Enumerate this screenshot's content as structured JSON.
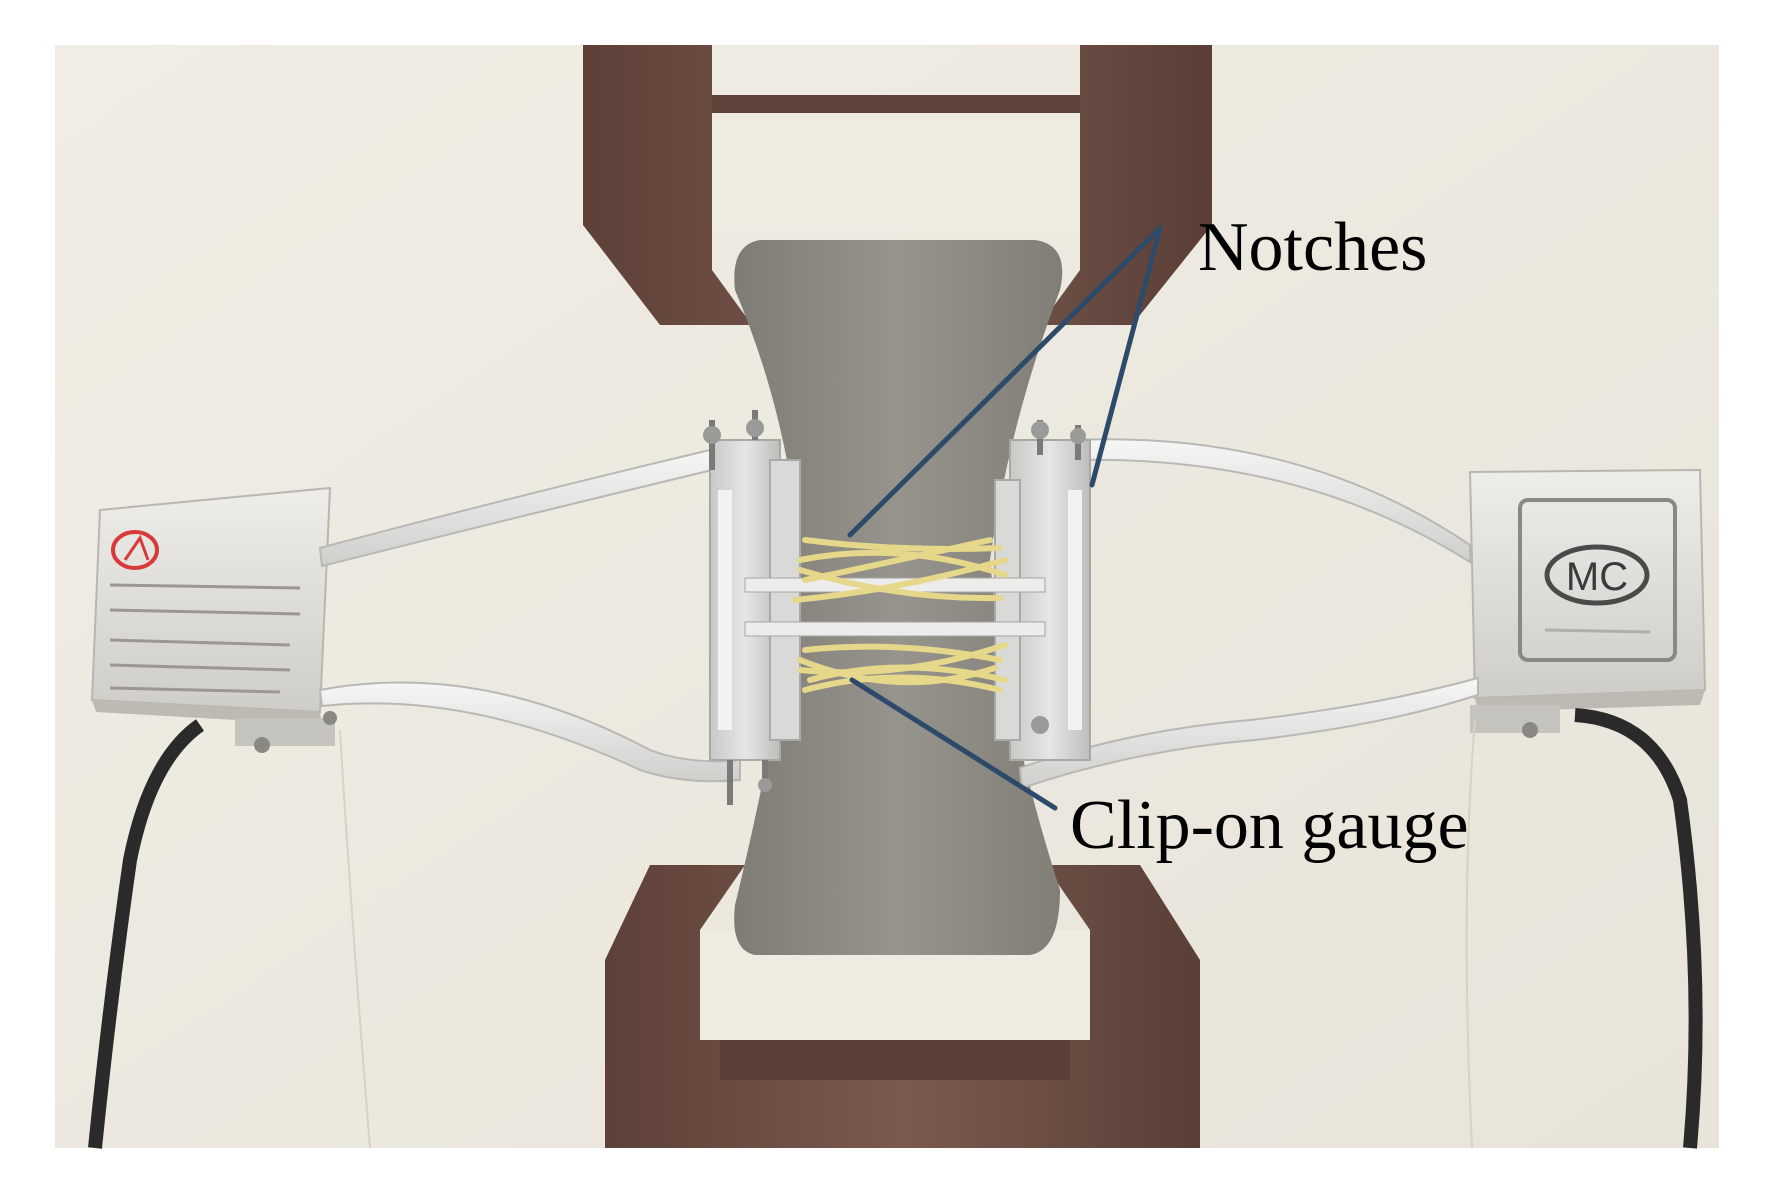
{
  "annotations": {
    "notches_label": "Notches",
    "clip_gauge_label": "Clip-on gauge"
  },
  "gauge_markings": {
    "right_box_logo": "MC"
  },
  "colors": {
    "background_wall": "#eeebe1",
    "steel_frame": "#6e5147",
    "specimen": "#8c8a82",
    "leader_line": "#2d4a6b",
    "rubber_band": "#e6d88a",
    "gauge_housing": "#e4e2de",
    "clamp_metal": "#d4d4d2",
    "cable": "#2a2a2a",
    "logo_red": "#d83a3a"
  }
}
